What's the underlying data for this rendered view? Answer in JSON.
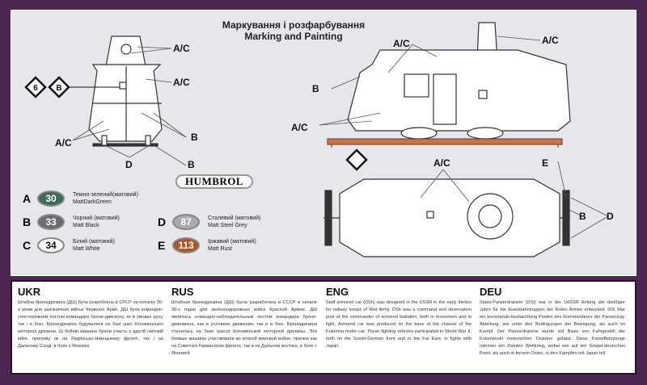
{
  "title": {
    "ukr": "Маркування і розфарбування",
    "eng": "Marking and Painting"
  },
  "callouts": {
    "ac": "A/C",
    "b": "B",
    "d": "D",
    "e": "E"
  },
  "brand": "HUMBROL",
  "paints": [
    {
      "key": "A",
      "code": "30",
      "ukr": "Темно-зелений(матовий)",
      "eng": "MattDarkGreen",
      "color": "#3d6b5a"
    },
    {
      "key": "B",
      "code": "33",
      "ukr": "Чорний (матовий)",
      "eng": "Matt Black",
      "color": "#6a6c6e"
    },
    {
      "key": "C",
      "code": "34",
      "ukr": "Білий (матовий)",
      "eng": "Matt White",
      "color": "#ffffff"
    },
    {
      "key": "D",
      "code": "87",
      "ukr": "Сталевий (матовий)",
      "eng": "Matt Steel Grey",
      "color": "#a9abad"
    },
    {
      "key": "E",
      "code": "113",
      "ukr": "Іржавий (матовий)",
      "eng": "Matt Rust",
      "color": "#b0562a"
    }
  ],
  "texts": [
    {
      "lang": "UKR",
      "body": "Штабна бронедрезина (ДШ) була розроблена в СРСР на початку 30-х років для залізничних військ Червоної Армії. ДШ була командно-спостережним постом командира броне-дивізіону, як в умовах руху, так і в бою. Бронедрезина будувалася на базі шасі Коломенської моторної дрезини. Ці бойові машини брали участь у другій світовій війні, причому як на Радянсько-Німецькому фронті, так і на Далекому Сході, в боях з Японією"
    },
    {
      "lang": "RUS",
      "body": "Штабная бронедрезина (ДШ) была разработана в СССР в начале 30-х годов для железнодорожных войск Красной Армии. ДШ являлась командно-наблюдательным постом командира броне-дивизиона, как в условиях движения, так и в бою. Бронедрезина строилась на базе шасси Коломенской моторной дрезины. Эти боевые машины участвовали во второй мировой войне, причем как на Советско-Германском фронте, так и на Дальнем востоке, в боях с Японией"
    },
    {
      "lang": "ENG",
      "body": "Staff armored car (DSh) was designed in the USSR in the early thirties for railway troops of Red Army. DSh was a command and observation post of the commander of armored battalion, both in movement and in fight. Armored car was produced on the base of the chassis of the Kolomna motor car. These fighting vehicles participated in World War II, both on the Soviet-German front and in the Far East, in fights with Japan."
    },
    {
      "lang": "DEU",
      "body": "Stabs-Panzerdraisine (DSt) war in der UdSSR Anfang der dreißiger Jahre für die Eisenbahntruppen der Roten Armee entwickelt. DSt War ein kommando-beobachtung Posten des Kommandeurs der Panzerzug-Abteilung, wie unter den Bedingungen der Bewegung, als auch im Kampf. Der Panzerdraisine wurde auf Basis von Fahrgestell der Kolomenski motorischen Draisine gebaut. Diese Kampffahrzeuge nahmen am Zweiten Weltkrieg, wobei wie auf der Sowjet-deutschen Front, als auch in fernem Osten, in den Kämpfen mit Japan teil."
    }
  ]
}
